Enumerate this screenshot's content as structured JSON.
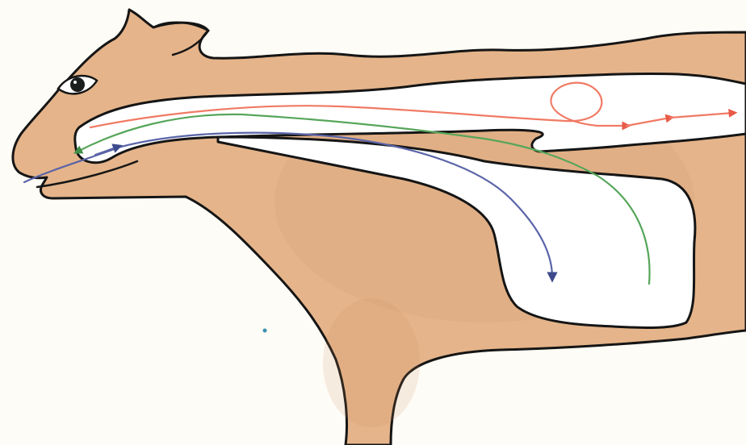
{
  "diagram": {
    "subject": "cow-digestive-tract-cross-section",
    "colors": {
      "background": "#fefcf6",
      "body": "#e5b48a",
      "body_shade": "#d59a6e",
      "outline": "#151515",
      "cavity": "#ffffff",
      "eye": "#1a1f1d",
      "path_red": "#f07a64",
      "path_green": "#56a65a",
      "path_blue": "#5a64a8"
    },
    "paths": [
      {
        "id": "red-path",
        "color_key": "path_red",
        "direction": "toward-intestine"
      },
      {
        "id": "green-path",
        "color_key": "path_green",
        "direction": "rumen-to-mouth"
      },
      {
        "id": "blue-path",
        "color_key": "path_blue",
        "direction": "mouth-to-rumen"
      }
    ]
  }
}
